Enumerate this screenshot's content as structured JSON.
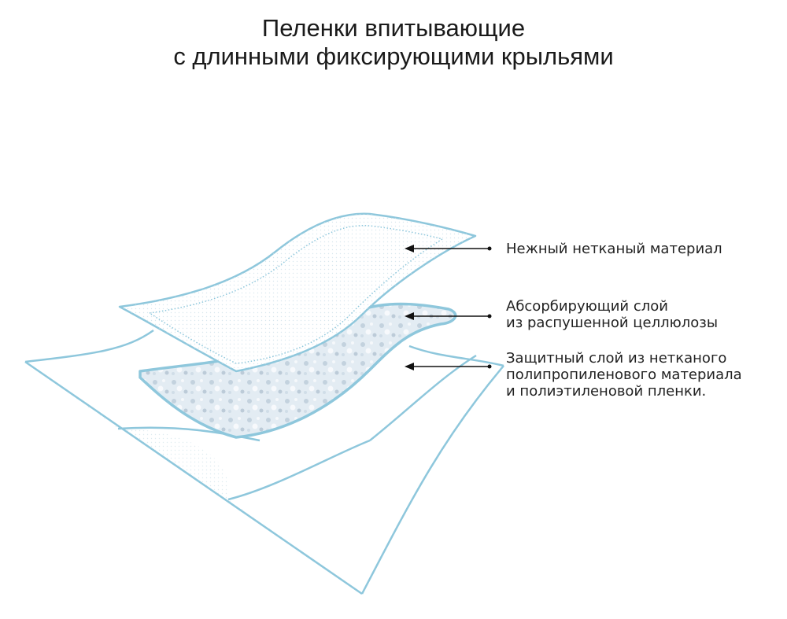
{
  "title": {
    "line1": "Пеленки впитывающие",
    "line2": "с длинными фиксирующими крыльями"
  },
  "layers": [
    {
      "name": "top",
      "lines": [
        "Нежный нетканый материал"
      ]
    },
    {
      "name": "absorbent",
      "lines": [
        "Абсорбирующий слой",
        "из распушенной целлюлозы"
      ]
    },
    {
      "name": "bottom",
      "lines": [
        "Защитный слой из нетканого",
        "полипропиленового материала",
        "и полиэтиленовой пленки."
      ]
    }
  ],
  "colors": {
    "outline": "#8ec7dc",
    "fill": "#ffffff",
    "absorbent_fill": "#dfe9f1",
    "arrow": "#111111"
  }
}
